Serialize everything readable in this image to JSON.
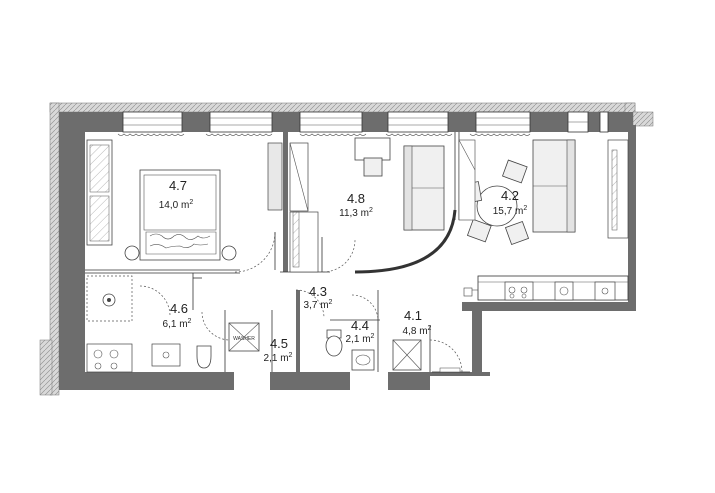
{
  "rooms": [
    {
      "id": "4.7",
      "area": "14,0 m",
      "unit_sup": "2"
    },
    {
      "id": "4.8",
      "area": "11,3 m",
      "unit_sup": "2"
    },
    {
      "id": "4.2",
      "area": "15,7 m",
      "unit_sup": "2"
    },
    {
      "id": "4.6",
      "area": "6,1 m",
      "unit_sup": "2"
    },
    {
      "id": "4.3",
      "area": "3,7 m",
      "unit_sup": "2"
    },
    {
      "id": "4.5",
      "area": "2,1 m",
      "unit_sup": "2"
    },
    {
      "id": "4.4",
      "area": "2,1 m",
      "unit_sup": "2"
    },
    {
      "id": "4.1",
      "area": "4,8 m",
      "unit_sup": "2"
    }
  ],
  "fixtures": {
    "washer_label": "WASHER"
  },
  "colors": {
    "wall": "#6d6d6d",
    "hatch": "#b0b0b0",
    "furniture": "#f0f0f0"
  }
}
